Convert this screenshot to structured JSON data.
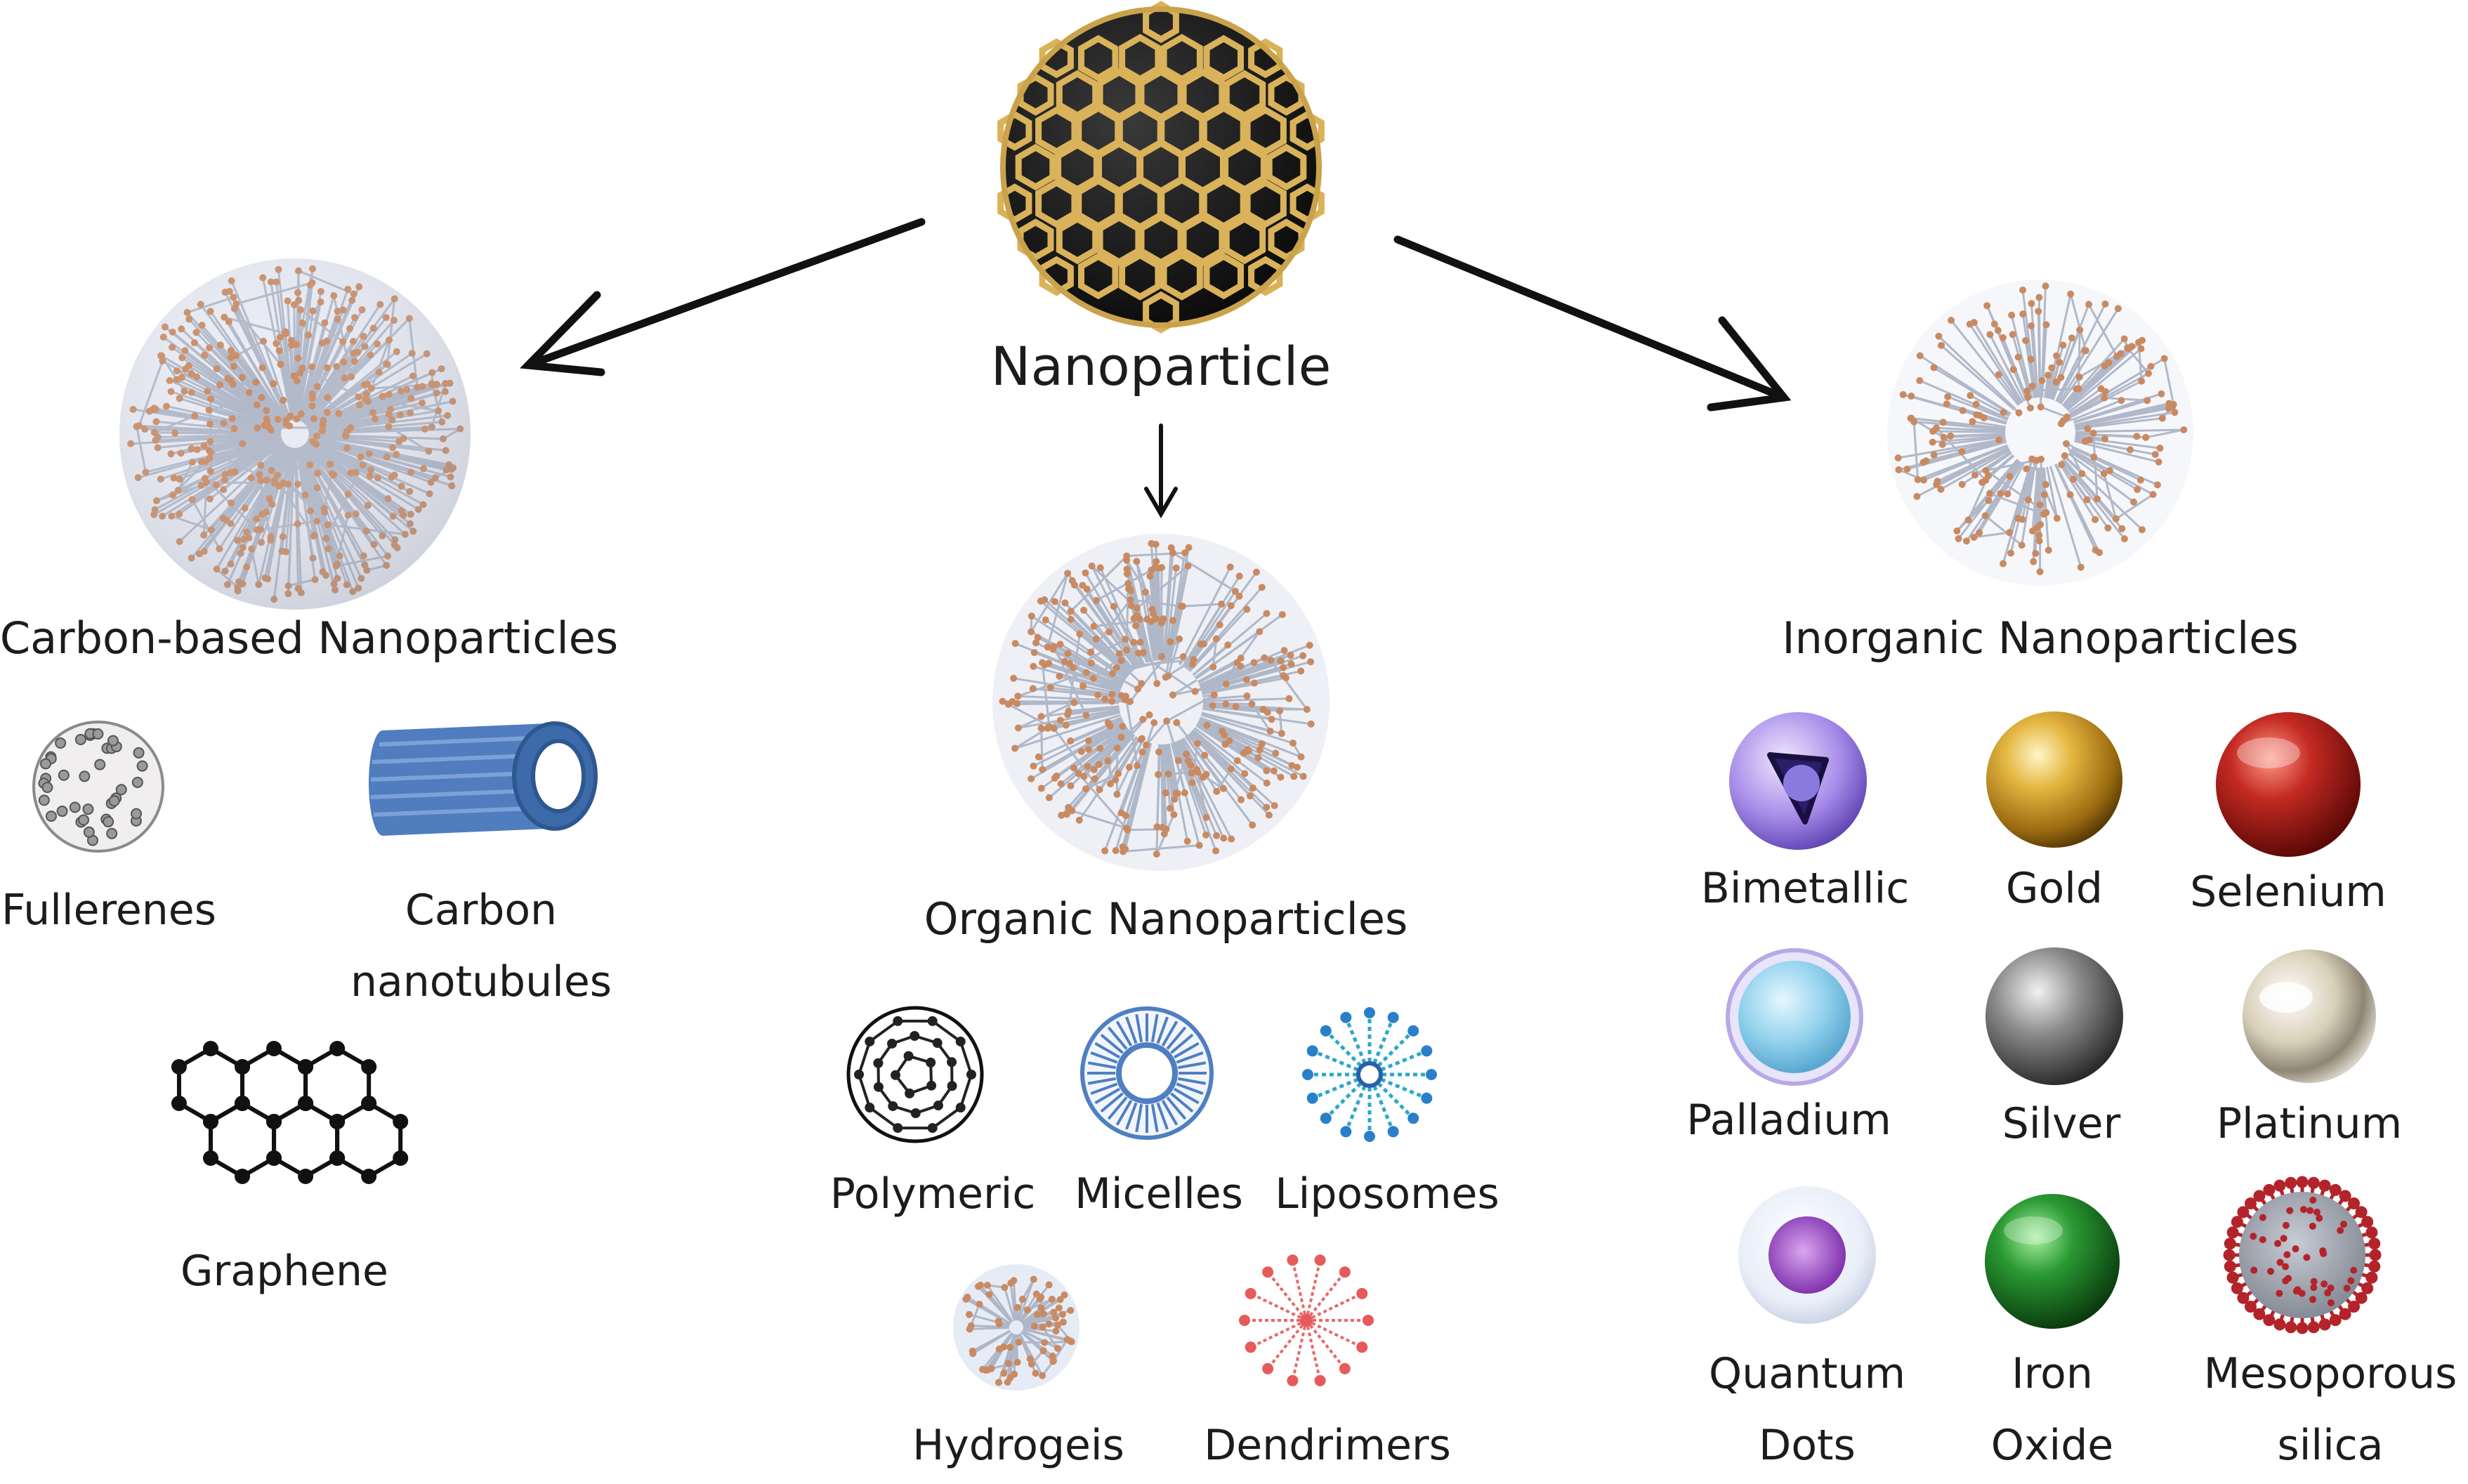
{
  "root": {
    "label": "Nanoparticle"
  },
  "categories": {
    "carbon": {
      "label": "Carbon-based Nanoparticles",
      "items": {
        "fullerenes": "Fullerenes",
        "nanotubes_l1": "Carbon",
        "nanotubes_l2": "nanotubules",
        "graphene": "Graphene"
      }
    },
    "organic": {
      "label": "Organic Nanoparticles",
      "items": {
        "polymeric": "Polymeric",
        "micelles": "Micelles",
        "liposomes": "Liposomes",
        "hydrogels": "Hydrogeis",
        "dendrimers": "Dendrimers"
      }
    },
    "inorganic": {
      "label": "Inorganic Nanoparticles",
      "items": {
        "bimetallic": "Bimetallic",
        "gold": "Gold",
        "selenium": "Selenium",
        "palladium": "Palladium",
        "silver": "Silver",
        "platinum": "Platinum",
        "quantum_l1": "Quantum",
        "quantum_l2": "Dots",
        "ironoxide_l1": "Iron",
        "ironoxide_l2": "Oxide",
        "silica_l1": "Mesoporous",
        "silica_l2": "silica"
      }
    }
  },
  "colors": {
    "arrow": "#111111",
    "atom": "#c98a62",
    "bond": "#a9b2c4",
    "gold": "#d4a52a",
    "cage": "#1a1a1a",
    "nanotube": "#5b87c4",
    "micelle": "#4f7fc2",
    "liposome": "#2aa8c9",
    "dendrimer": "#e76a6a",
    "hydrogel": "#3f5a8a",
    "bimetallic": "#8c6de0",
    "palladium": "#7fc8e4",
    "quantum": "#9b4fc0",
    "ironoxide": "#1e8c2c",
    "selenium": "#b2201c",
    "silica_spike": "#b3242a"
  }
}
